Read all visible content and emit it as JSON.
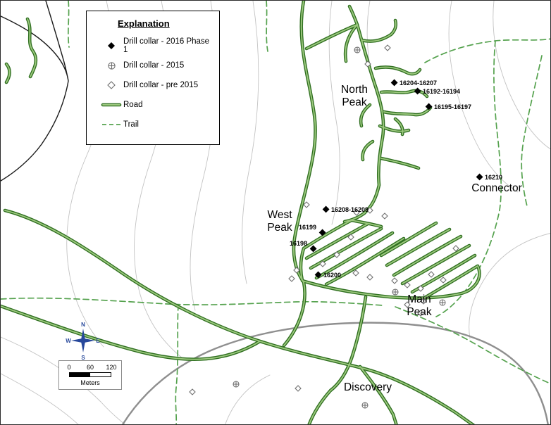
{
  "legend": {
    "title": "Explanation",
    "items": [
      {
        "label": "Drill collar - 2016 Phase 1"
      },
      {
        "label": "Drill collar - 2015"
      },
      {
        "label": "Drill collar - pre 2015"
      },
      {
        "label": "Road"
      },
      {
        "label": "Trail"
      }
    ]
  },
  "region_labels": {
    "north_peak": [
      "North",
      "Peak"
    ],
    "west_peak": [
      "West",
      "Peak"
    ],
    "connector": "Connector",
    "main_peak": [
      "Main",
      "Peak"
    ],
    "discovery": "Discovery"
  },
  "drill_collars": [
    {
      "label": "16204-16207"
    },
    {
      "label": "16192-16194"
    },
    {
      "label": "16195-16197"
    },
    {
      "label": "16210"
    },
    {
      "label": "16208-16209"
    },
    {
      "label": "16199"
    },
    {
      "label": "16198"
    },
    {
      "label": "16200"
    }
  ],
  "compass": {
    "n": "N",
    "e": "E",
    "s": "S",
    "w": "W"
  },
  "scale_bar": {
    "ticks": [
      "0",
      "60",
      "120"
    ],
    "unit": "Meters"
  },
  "colors": {
    "road_casing": "#2f6f20",
    "road_core": "#9cc87e",
    "trail": "#55a24e",
    "contour": "#c3c3c3",
    "boundary_gray": "#8f8f8f",
    "boundary_black": "#1a1a1a",
    "marker_gray": "#6f6f6f",
    "compass_blue": "#27489b"
  }
}
